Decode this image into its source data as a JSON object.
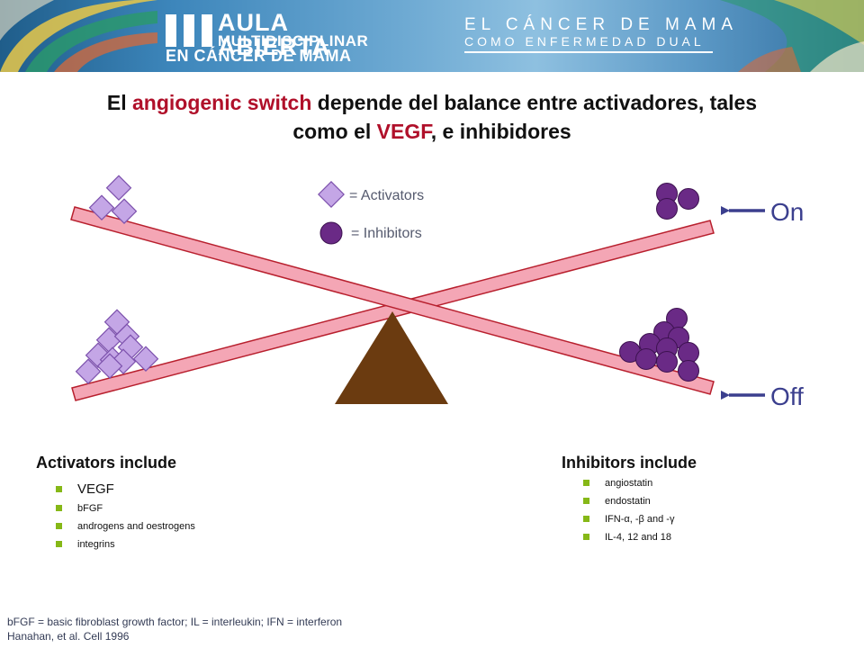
{
  "header": {
    "logo_line1": "AULA ABIERTA",
    "logo_line2": "MULTIDISCIPLINAR",
    "logo_line3": "EN CÁNCER DE MAMA",
    "subtitle_line1": "EL CÁNCER DE MAMA",
    "subtitle_line2": "COMO ENFERMEDAD DUAL"
  },
  "title": {
    "part1": "El ",
    "highlight1": "angiogenic switch",
    "part2": " depende del balance entre activadores, tales",
    "part3": "como el ",
    "highlight2": "VEGF",
    "part4": ", e inhibidores"
  },
  "legend": {
    "activators": "= Activators",
    "inhibitors": "= Inhibitors"
  },
  "states": {
    "on": "On",
    "off": "Off"
  },
  "activators": {
    "heading": "Activators include",
    "items": [
      "VEGF",
      "bFGF",
      "androgens and oestrogens",
      "integrins"
    ]
  },
  "inhibitors": {
    "heading": "Inhibitors include",
    "items": [
      "angiostatin",
      "endostatin",
      "IFN-α, -β and -γ",
      "IL-4, 12 and 18"
    ]
  },
  "footnote": {
    "line1": "bFGF = basic fibroblast growth factor; IL = interleukin; IFN = interferon",
    "line2": "Hanahan, et al. Cell 1996"
  },
  "colors": {
    "title_highlight": "#b0102a",
    "beam_fill": "#f4a6b5",
    "beam_stroke": "#b8202e",
    "fulcrum": "#6b3b10",
    "activator_fill": "#c4a6e6",
    "activator_stroke": "#7d52ad",
    "inhibitor_fill": "#6a2a86",
    "inhibitor_stroke": "#3d1250",
    "arrow": "#3b3f8e",
    "bullet": "#86b817"
  }
}
